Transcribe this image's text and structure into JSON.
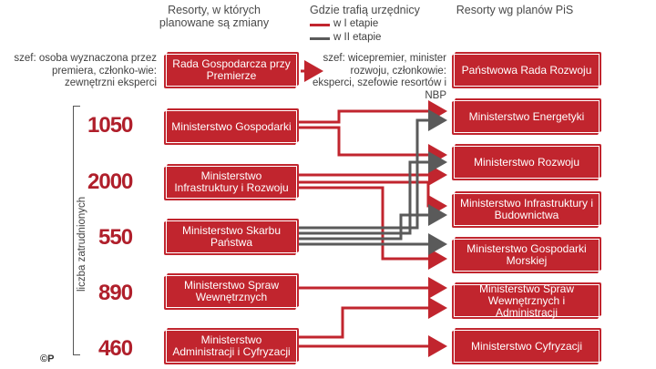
{
  "headers": {
    "left": "Resorty, w których planowane są zmiany",
    "middle": "Gdzie trafią urzędnicy",
    "right": "Resorty wg planów PiS"
  },
  "legend": {
    "stage1": {
      "label": "w I etapie",
      "color": "#c1252e"
    },
    "stage2": {
      "label": "w II etapie",
      "color": "#5a5a5a"
    }
  },
  "notes": {
    "left": "szef: osoba wyznaczona przez premiera, członko-wie: zewnętrzni eksperci",
    "right": "szef: wicepremier, minister rozwoju, członkowie: eksperci, szefowie resortów i NBP"
  },
  "axis_label": "liczba zatrudnionych",
  "left_boxes": [
    {
      "label": "Rada Gospodarcza przy Premierze"
    },
    {
      "label": "Ministerstwo Gospodarki",
      "employees": "1050"
    },
    {
      "label": "Ministerstwo Infrastruktury i Rozwoju",
      "employees": "2000"
    },
    {
      "label": "Ministerstwo Skarbu Państwa",
      "employees": "550"
    },
    {
      "label": "Ministerstwo Spraw Wewnętrznych",
      "employees": "890"
    },
    {
      "label": "Ministerstwo Administracji i Cyfryzacji",
      "employees": "460"
    }
  ],
  "right_boxes": [
    {
      "label": "Państwowa Rada Rozwoju"
    },
    {
      "label": "Ministerstwo Energetyki"
    },
    {
      "label": "Ministerstwo Rozwoju"
    },
    {
      "label": "Ministerstwo Infrastruktury i Budownictwa"
    },
    {
      "label": "Ministerstwo Gospodarki Morskiej"
    },
    {
      "label": "Ministerstwo Spraw Wewnętrznych i Administracji"
    },
    {
      "label": "Ministerstwo Cyfryzacji"
    }
  ],
  "copyright": "©P"
}
